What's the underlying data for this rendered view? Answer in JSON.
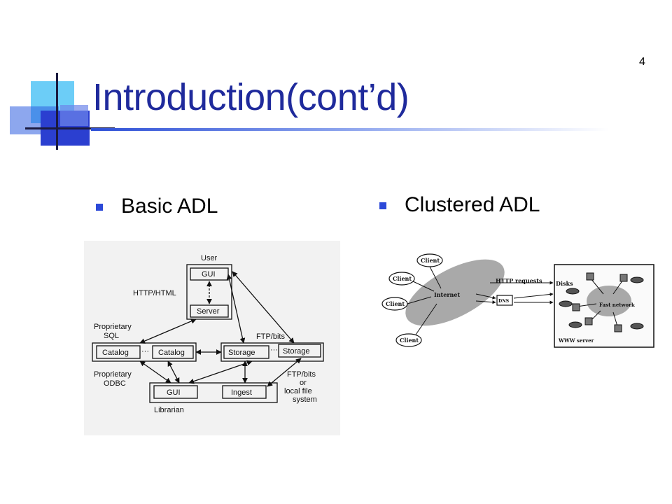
{
  "slide": {
    "number": "4",
    "title": "Introduction(cont’d)",
    "accent_color": "#1f2a9c",
    "bullet_color": "#2c49d8"
  },
  "bullets": [
    {
      "label": "Basic ADL"
    },
    {
      "label": "Clustered ADL"
    }
  ],
  "basic_adl": {
    "user": "User",
    "gui": "GUI",
    "http_html": "HTTP/HTML",
    "server": "Server",
    "proprietary_sql_1": "Proprietary",
    "proprietary_sql_2": "SQL",
    "ftp_bits": "FTP/bits",
    "catalog": "Catalog",
    "ellipsis": "···",
    "storage": "Storage",
    "proprietary_odbc_1": "Proprietary",
    "proprietary_odbc_2": "ODBC",
    "librarian_gui": "GUI",
    "ingest": "Ingest",
    "ftp_bits_or_1": "FTP/bits",
    "ftp_bits_or_2": "or",
    "ftp_bits_or_3": "local file",
    "ftp_bits_or_4": "system",
    "librarian": "Librarian"
  },
  "clustered_adl": {
    "client": "Client",
    "internet": "Internet",
    "http_requests": "HTTP requests",
    "dns": "DNS",
    "disks": "Disks",
    "fast_network": "Fast network",
    "www_server": "WWW server"
  }
}
